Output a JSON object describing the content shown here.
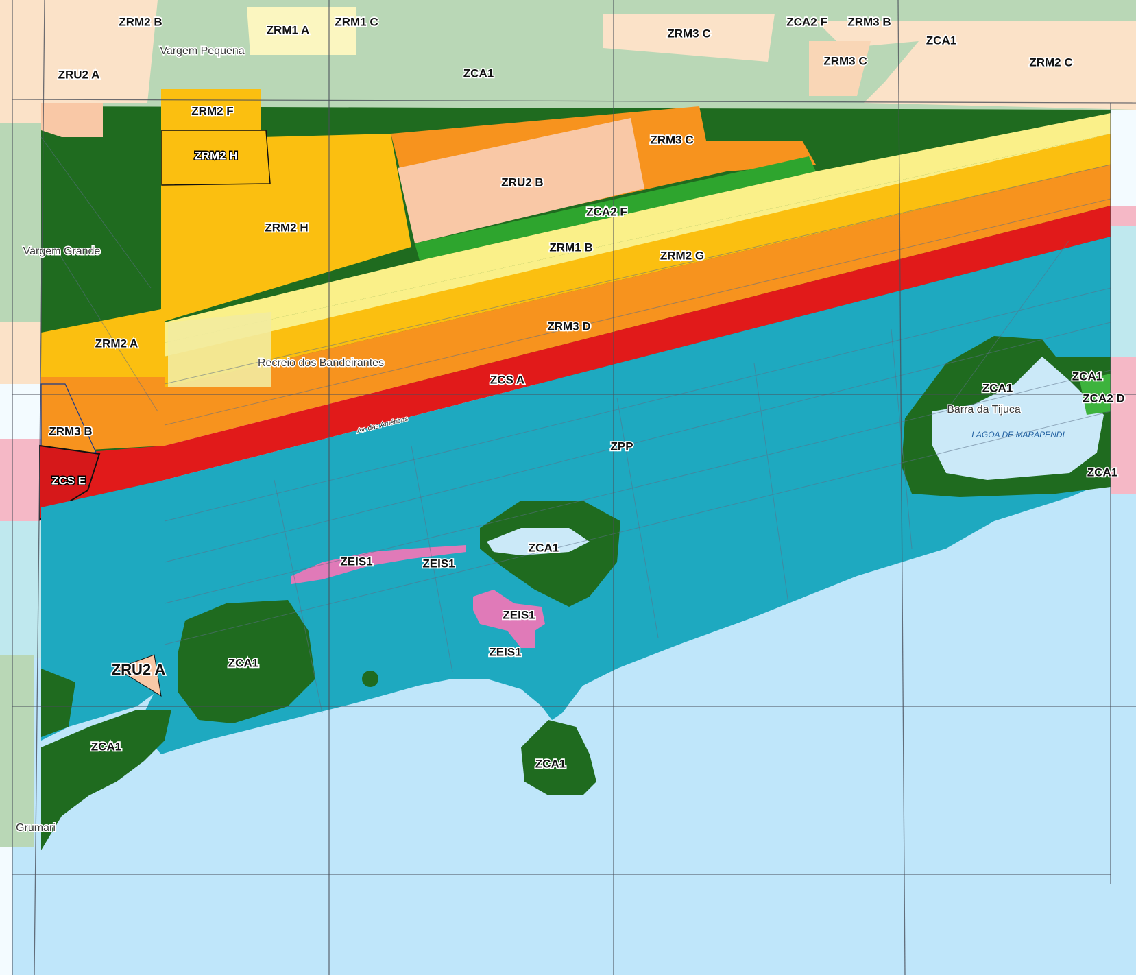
{
  "zones": {
    "zrm2b_top": "ZRM2 B",
    "zrm1a": "ZRM1 A",
    "zrm1c": "ZRM1 C",
    "zrm3c_top": "ZRM3 C",
    "zca2f_top": "ZCA2 F",
    "zrm3b_top": "ZRM3 B",
    "zca1_topright": "ZCA1",
    "zrm3c_mid": "ZRM3 C",
    "zrm2c": "ZRM2 C",
    "zru2a_top": "ZRU2 A",
    "zca1_top": "ZCA1",
    "zrm2f": "ZRM2 F",
    "zrm2h_box": "ZRM2 H",
    "zrm3c_band": "ZRM3 C",
    "zru2b": "ZRU2 B",
    "zca2f_band": "ZCA2 F",
    "zrm2h": "ZRM2 H",
    "zrm1b": "ZRM1 B",
    "zrm2g": "ZRM2 G",
    "zrm3d": "ZRM3 D",
    "zrm2a": "ZRM2 A",
    "zcsa": "ZCS A",
    "zrm3b_left": "ZRM3 B",
    "zcse": "ZCS E",
    "zpp": "ZPP",
    "zca1_east1": "ZCA1",
    "zca1_east2": "ZCA1",
    "zca2d": "ZCA2 D",
    "zca1_east3": "ZCA1",
    "zca1_lagoon": "ZCA1",
    "zeis1_a": "ZEIS1",
    "zeis1_b": "ZEIS1",
    "zeis1_c": "ZEIS1",
    "zeis1_d": "ZEIS1",
    "zru2a_bottom": "ZRU2 A",
    "zca1_sw": "ZCA1",
    "zca1_coast": "ZCA1",
    "zca1_island": "ZCA1"
  },
  "places": {
    "vargem_pequena": "Vargem Pequena",
    "vargem_grande": "Vargem Grande",
    "recreio": "Recreio dos Bandeirantes",
    "barra": "Barra da Tijuca",
    "grumari": "Grumari"
  },
  "water": {
    "lagoa_marapendi": "LAGOA DE MARAPENDI"
  },
  "roads": {
    "av_americas": "Av. das Américas"
  },
  "colors": {
    "sea": "#bfe6fa",
    "zpp": "#1ea9c0",
    "zca1": "#1f6b1f",
    "zcs": "#e11a1a",
    "zrm3": "#f7931e",
    "zrm2": "#fbbf10",
    "zrm1": "#faf089",
    "zru2": "#f9c8a6",
    "zca2": "#2ea52e",
    "zeis": "#e07ab8",
    "context_green": "#b9d7b6",
    "context_peach": "#fbe2c8"
  }
}
